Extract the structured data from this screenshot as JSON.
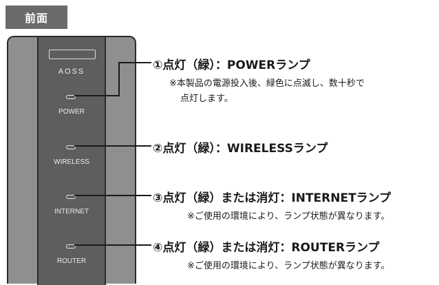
{
  "section_tab": "前面",
  "device": {
    "aoss_label": "AOSS",
    "leds": [
      {
        "label": "POWER"
      },
      {
        "label": "WIRELESS"
      },
      {
        "label": "INTERNET"
      },
      {
        "label": "ROUTER"
      }
    ]
  },
  "callouts": [
    {
      "title": "①点灯（緑）：POWERランプ",
      "note_line1": "※本製品の電源投入後、緑色に点滅し、数十秒で",
      "note_line2": "点灯します。"
    },
    {
      "title": "②点灯（緑）：WIRELESSランプ"
    },
    {
      "title": "③点灯（緑）または消灯：INTERNETランプ",
      "note_line1": "※ご使用の環境により、ランプ状態が異なります。"
    },
    {
      "title": "④点灯（緑）または消灯：ROUTERランプ",
      "note_line1": "※ご使用の環境により、ランプ状態が異なります。"
    }
  ]
}
